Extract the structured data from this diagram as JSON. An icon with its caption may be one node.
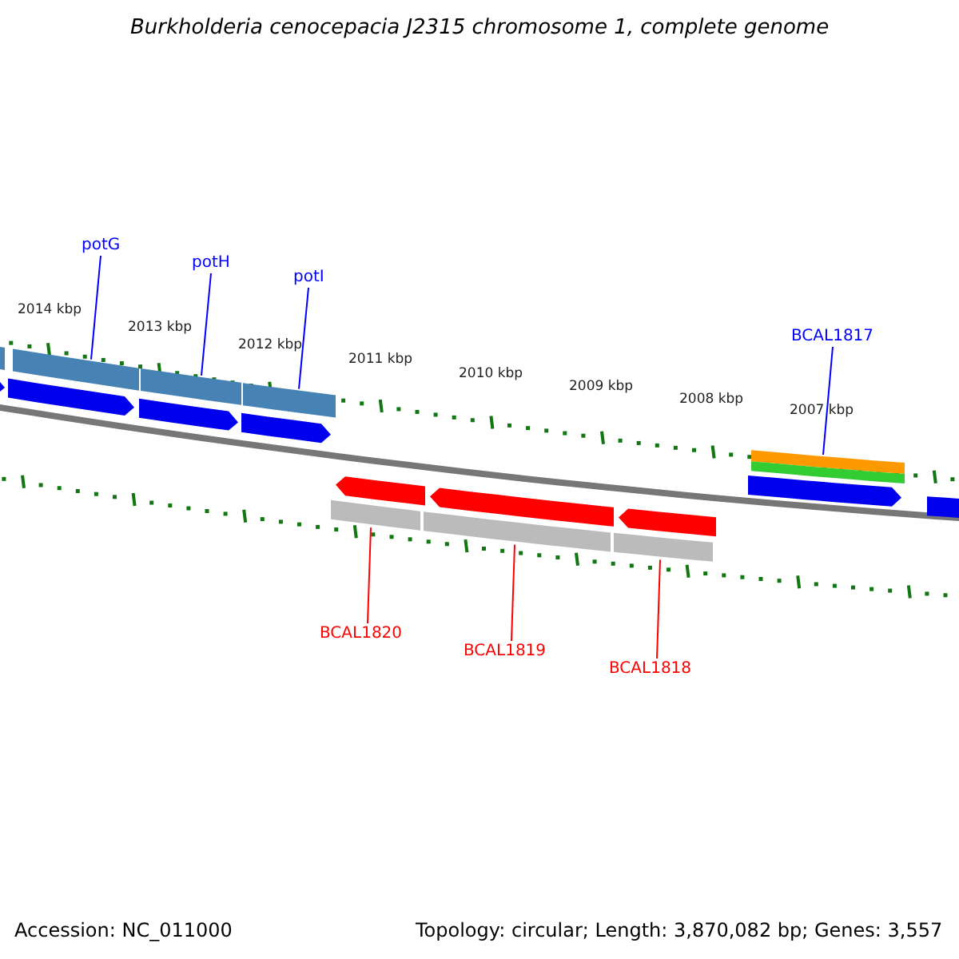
{
  "diagram": {
    "title": "Burkholderia cenocepacia J2315 chromosome 1, complete genome",
    "nodes": [
      {
        "text": [
          "potG"
        ]
      },
      {
        "text": [
          "potH"
        ]
      },
      {
        "text": [
          "potI"
        ]
      },
      {
        "text": [
          "BCAL1817"
        ]
      },
      {
        "text": [
          "BCAL1820"
        ]
      },
      {
        "text": [
          "BCAL1819"
        ]
      },
      {
        "text": [
          "BCAL1818"
        ]
      },
      {
        "text": [],
        "shape": "bar"
      },
      {
        "text": [],
        "shape": "bar"
      },
      {
        "text": [],
        "shape": "bar"
      },
      {
        "text": [],
        "shape": "bar"
      },
      {
        "text": [],
        "shape": "bar"
      },
      {
        "text": [],
        "shape": "bar"
      },
      {
        "text": [],
        "shape": "bar"
      },
      {
        "text": [],
        "shape": "bar"
      },
      {
        "text": [],
        "shape": "bar"
      },
      {
        "text": [],
        "shape": "bar"
      },
      {
        "text": [],
        "shape": "bar"
      },
      {
        "text": [],
        "shape": "bar"
      },
      {
        "text": [],
        "shape": "bar"
      },
      {
        "text": [],
        "shape": "bar"
      },
      {
        "text": [],
        "shape": "bar"
      },
      {
        "text": [],
        "shape": "bar"
      },
      {
        "text": [],
        "shape": "bar"
      },
      {
        "text": [],
        "shape": "bar"
      },
      {
        "text": [],
        "shape": "bar"
      }
    ],
    "edges": [
      {
        "from": 0,
        "to": 7,
        "arrow": "none"
      },
      {
        "from": 1,
        "to": 8,
        "arrow": "none"
      },
      {
        "from": 2,
        "to": 9,
        "arrow": "none"
      },
      {
        "from": 3,
        "to": 10,
        "arrow": "none"
      },
      {
        "from": 4,
        "to": 11,
        "arrow": "none",
        "color": "#ff0000"
      },
      {
        "from": 5,
        "to": 12,
        "arrow": "none",
        "color": "#ff0000"
      },
      {
        "from": 6,
        "to": 13,
        "arrow": "none",
        "color": "#ff0000"
      }
    ],
    "labels": [
      "2014 kbp",
      "2013 kbp",
      "2012 kbp",
      "2011 kbp",
      "2010 kbp",
      "2009 kbp",
      "2008 kbp",
      "2007 kbp",
      "Accession: NC_011000",
      "Topology: circular; Length: 3,870,082 bp; Genes: 3,557"
    ]
  }
}
